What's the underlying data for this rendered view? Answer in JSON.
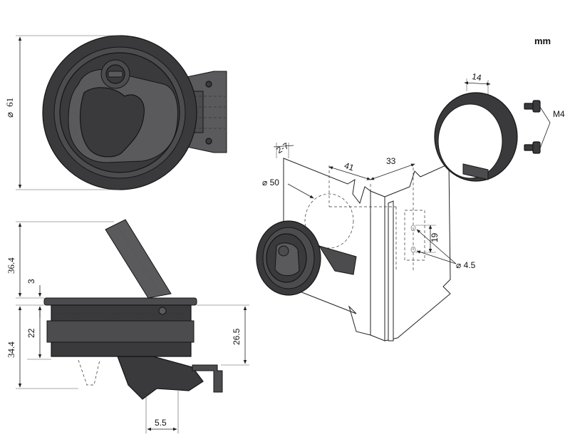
{
  "units": "mm",
  "front_view": {
    "diameter": "61"
  },
  "side_view": {
    "handle_rise": "36.4",
    "flange": "3",
    "body_depth": "22",
    "total_depth": "34.4",
    "latch_depth": "26.5",
    "latch_offset": "5.5"
  },
  "iso_view": {
    "panel_thickness": "2-7",
    "cutout_diameter": "50",
    "dim_41": "41",
    "dim_33": "33",
    "ring_height": "14",
    "screw": "M4",
    "hole_spacing": "19",
    "hole_diameter": "4.5"
  },
  "symbols": {
    "diameter": "⌀"
  }
}
